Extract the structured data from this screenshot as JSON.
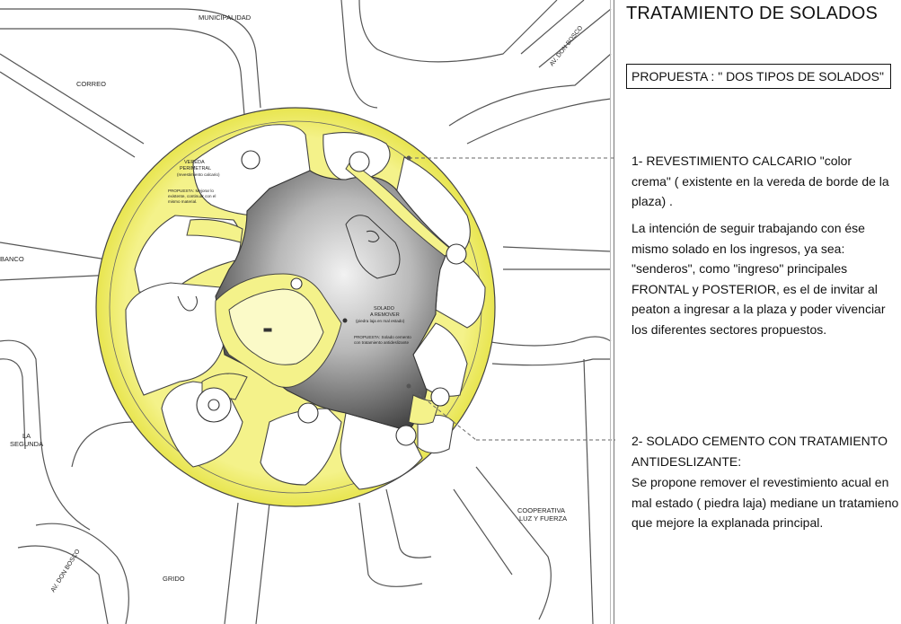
{
  "panel": {
    "title": "TRATAMIENTO DE SOLADOS",
    "proposal": "PROPUESTA : \" DOS TIPOS DE SOLADOS\"",
    "item1_heading": "1- REVESTIMIENTO CALCARIO \"color crema\"  ( existente en la vereda de borde de la plaza)  .",
    "item1_body": "La intención de seguir trabajando con ése mismo solado en los ingresos, ya sea: \"senderos\", como \"ingreso\" principales FRONTAL y POSTERIOR, es el de invitar al peaton a ingresar a la plaza y poder vivenciar los diferentes sectores propuestos.",
    "item2_heading": "2- SOLADO CEMENTO CON TRATAMIENTO ANTIDESLIZANTE:",
    "item2_body": "Se propone remover el revestimiento acual en mal estado  ( piedra laja)   medianе un tratamieno que mejore la explanada principal."
  },
  "plan": {
    "labels": {
      "municipalidad": "MUNICIPALIDAD",
      "correo": "CORREO",
      "banco": "BANCO",
      "la": "LA",
      "segunda": "SEGUNDA",
      "grido": "GRIDO",
      "cooperativa": "COOPERATIVA",
      "luz_fuerza": "LUZ  Y FUERZA",
      "av_don_bosco_top": "AV. DON BOSCO",
      "av_don_bosco_bottom": "AV. DON BOSCO",
      "vereda_1": "VEREDA",
      "vereda_2": "PERIMETRAL",
      "vereda_3": "(revestimiento calcario)",
      "vereda_prop_1": "PROPUESTA: Mejorar lo",
      "vereda_prop_2": "existente, continuar con el",
      "vereda_prop_3": "mismo material.",
      "solado_1": "SOLADO",
      "solado_2": "A REMOVER",
      "solado_3": "(piedra laja en mal estado)",
      "solado_prop_1": "PROPUESTA: Solado cemento",
      "solado_prop_2": "con tratamiento antideslizante"
    }
  },
  "colors": {
    "yellow_floor": "#f2f08a",
    "cement_dark": "#4a4a4a",
    "cement_light": "#e6e6e6"
  }
}
